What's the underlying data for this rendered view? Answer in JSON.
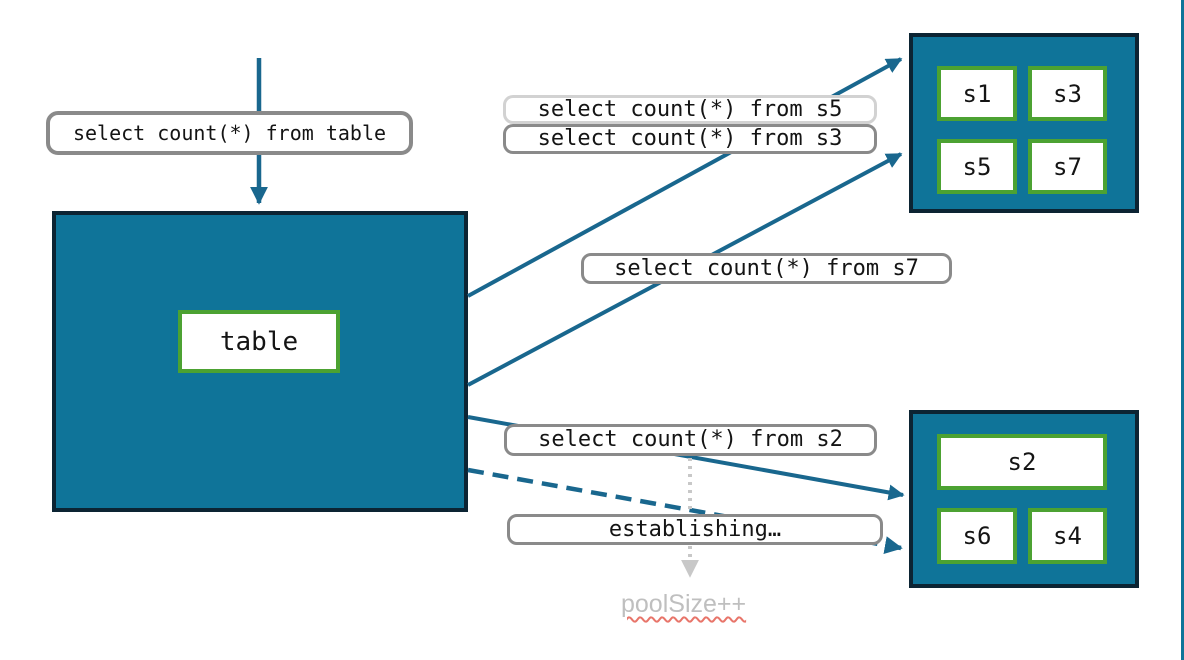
{
  "colors": {
    "teal_fill": "#0F7499",
    "dark_border": "#0C2433",
    "arrow": "#19678E",
    "green_border": "#4CA232",
    "label_border": "#8A8A8A",
    "label_border_light": "#D2D2D2",
    "muted_arrow": "#C8C8C8",
    "muted_text": "#BFBFBF",
    "squiggle": "#E8756A"
  },
  "queries": {
    "from_table": "select count(*) from table",
    "from_s5": "select count(*) from s5",
    "from_s3": "select count(*) from s3",
    "from_s7": "select count(*) from s7",
    "from_s2": "select count(*) from s2",
    "establishing": "establishing…",
    "pool_size": "poolSize++"
  },
  "nodes": {
    "table": "table",
    "top_group": [
      "s1",
      "s3",
      "s5",
      "s7"
    ],
    "bottom_group": [
      "s2",
      "s6",
      "s4"
    ]
  }
}
